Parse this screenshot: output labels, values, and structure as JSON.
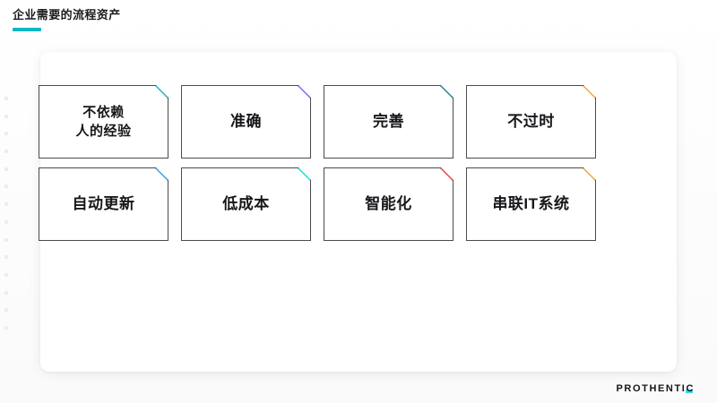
{
  "slide": {
    "title": "企业需要的流程资产",
    "accent_color": "#0fb6c4"
  },
  "cards": [
    {
      "label": "不依赖\n人的经验",
      "fold_color": "#23aec0",
      "lines": 2
    },
    {
      "label": "准确",
      "fold_color": "#8b5cf6",
      "lines": 1
    },
    {
      "label": "完善",
      "fold_color": "#108a92",
      "lines": 1
    },
    {
      "label": "不过时",
      "fold_color": "#f0a33c",
      "lines": 1
    },
    {
      "label": "自动更新",
      "fold_color": "#3b9ae1",
      "lines": 1
    },
    {
      "label": "低成本",
      "fold_color": "#12e0cd",
      "lines": 1
    },
    {
      "label": "智能化",
      "fold_color": "#ef3e3e",
      "lines": 1
    },
    {
      "label": "串联IT系统",
      "fold_color": "#f0a33c",
      "lines": 1
    }
  ],
  "brand": {
    "name_main": "PROTHENTI",
    "name_accent": "C",
    "accent_color": "#35e0e8"
  }
}
